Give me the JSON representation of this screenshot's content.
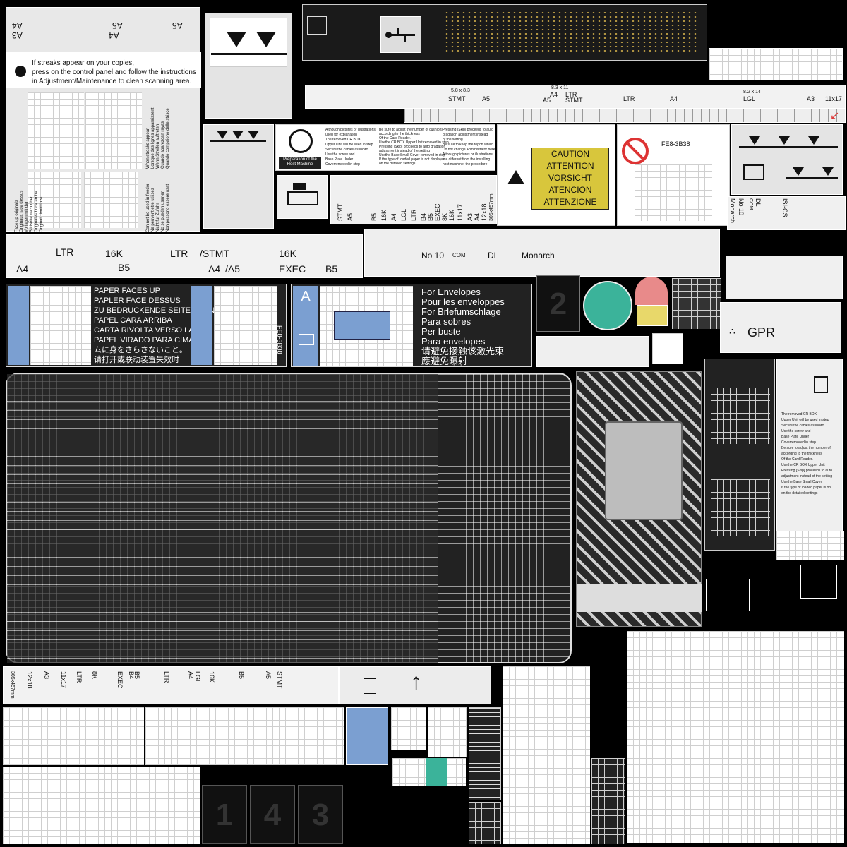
{
  "top_left_sticker": {
    "sizes_left": [
      "A4",
      "A3"
    ],
    "sizes_mid": [
      "A5",
      "A4"
    ],
    "sizes_right": [
      "A5"
    ],
    "warning": [
      "If streaks appear on your copies,",
      "press       on the control panel and follow the instructions",
      "in Adjustment/Maintenance to clean scanning area."
    ],
    "rotated_notes_1": [
      "When streaks appear",
      "Lorsque des lignes apparaissent",
      "Wenn Streifen auftreten",
      "Cuando aparezcan rayas",
      "Quando compaiono delle strisce"
    ],
    "rotated_notes_2": [
      "Face up originals",
      "Originaux face dessus",
      "Vorlagen mit der",
      "Bildseite nach oben",
      "Originales boca arriba",
      "Originali rivolti in su"
    ],
    "rotated_notes_3": [
      "Can not be used in feeder",
      "Ne peuvent etre utilises",
      "Nicht fur Zufuhr",
      "No se pueden usar en",
      "Non possono essere usati"
    ]
  },
  "arrow_sticker_top": {
    "marks": 2
  },
  "arrow_sticker_mid": {
    "marks": 3
  },
  "pcb_strip": {
    "usb_icon": "usb-icon"
  },
  "paper_size_scale": {
    "labels": [
      "5.8 x 8.3",
      "STMT",
      "A5",
      "8.3 x 11",
      "A4",
      "LTR",
      "A5",
      "STMT",
      "LTR",
      "A4",
      "8.2 x 14",
      "LGL",
      "A3",
      "11x17"
    ]
  },
  "host_machine_sticker": {
    "caption": [
      "Preparation of the",
      "Host Machine"
    ],
    "col1": [
      "Although pictures or illustrations",
      "used for explanation",
      "The removed CR BOX",
      "Upper Unit will be used in step",
      "Secure the cables asshown",
      "Use the screw and",
      "Base Plate Under",
      "Coverremoved in step"
    ],
    "col2": [
      "Be sure to adjust the number of cushions",
      "according to the thickness",
      "Of the Card Reader.",
      "Usethe CR BOX Upper Unit removed in step",
      "Pressing [Skip] proceeds to auto gradation",
      "adjustment instead of the setting",
      "Usethe Base Small Cover removed in step",
      "If the type of loaded paper is not displayed",
      "on the detailed settings ."
    ],
    "col3": [
      "Pressing [Skip] proceeds to auto",
      "gradation adjustment instead",
      "of the setting",
      "Be sure to keep the report which",
      "Do not change Administrator here",
      "Although pictures or illustrations",
      "are different from the installing",
      "host machine, the procedure"
    ]
  },
  "vertical_size_labels": [
    "STMT",
    "A5",
    "B5",
    "16K",
    "A4",
    "LGL",
    "LTR",
    "B4",
    "B5",
    "EXEC",
    "8K",
    "16K",
    "11x17",
    "A3",
    "A4",
    "12x18",
    "305x457mm"
  ],
  "caution_sticker": {
    "rows": [
      "CAUTION",
      "ATTENTION",
      "VORSICHT",
      "ATENCION",
      "ATTENZIONE"
    ],
    "code": "FE8-3B38"
  },
  "right_sticker": {
    "envelope_icon": "envelope-icon"
  },
  "size_strip_left": {
    "row1": [
      "LTR",
      "16K",
      "LTR",
      "/STMT",
      "16K"
    ],
    "row2": [
      "A4",
      "B5",
      "A4",
      "/A5",
      "EXEC",
      "B5"
    ]
  },
  "size_strip_right": {
    "labels": [
      "No 10",
      "COM",
      "DL",
      "Monarch"
    ]
  },
  "rotated_env_labels": [
    "Monarch",
    "No 10",
    "COM",
    "DL",
    "ISI-CS"
  ],
  "paper_face_sticker": {
    "lines": [
      "PAPER FACES UP",
      "PAPLER FACE DESSUS",
      "ZU BEDRUCKENDE SEITE OBEN",
      "PAPEL CARA ARRIBA",
      "CARTA RIVOLTA VERSO LALTO",
      "PAPEL VIRADO PARA CIMA",
      "ムに身をさらさないこと。",
      "请打开或联动装置失效时"
    ],
    "side_code": "FE8-3B38"
  },
  "envelope_sticker": {
    "letter": "A",
    "lines": [
      "For Envelopes",
      "Pour les enveloppes",
      "For Brlefumschlage",
      "Para sobres",
      "Per buste",
      "Para envelopes",
      "请避免接触该激光束",
      "應避免曝射"
    ]
  },
  "gpr_label": {
    "text": "GPR"
  },
  "numbers": {
    "n2": "2",
    "n1": "1",
    "n4": "4",
    "n3": "3"
  },
  "right_notes": [
    "The removed CR BOX",
    "Upper Unit will be used in step",
    "Secure the cables asshown",
    "Use the screw and",
    "Base Plate Under",
    "Coverremoved in step",
    "Be sure to adjust the number of",
    "according to the thickness",
    "Of the Card Reader.",
    "Usethe CR BOX Upper Unit",
    "Pressing [Skip] proceeds to auto",
    "adjustment instead of the setting",
    "Usethe Base Small Cover",
    "If the type of loaded paper is on",
    "on the detailed settings ."
  ],
  "bottom_rotated_labels": [
    "305x457mm",
    "12x18",
    "A3",
    "11x17",
    "LTR",
    "8K",
    "B4",
    "EXEC",
    "B5",
    "LTR",
    "A4",
    "LGL",
    "16K",
    "B5",
    "A5",
    "STMT"
  ],
  "colors": {
    "blue_accent": "#7b9fd1",
    "yellow_caution": "#d8c63c",
    "teal": "#3bb39a",
    "pink": "#e88a8a",
    "sticker_gray": "#e4e4e4"
  }
}
